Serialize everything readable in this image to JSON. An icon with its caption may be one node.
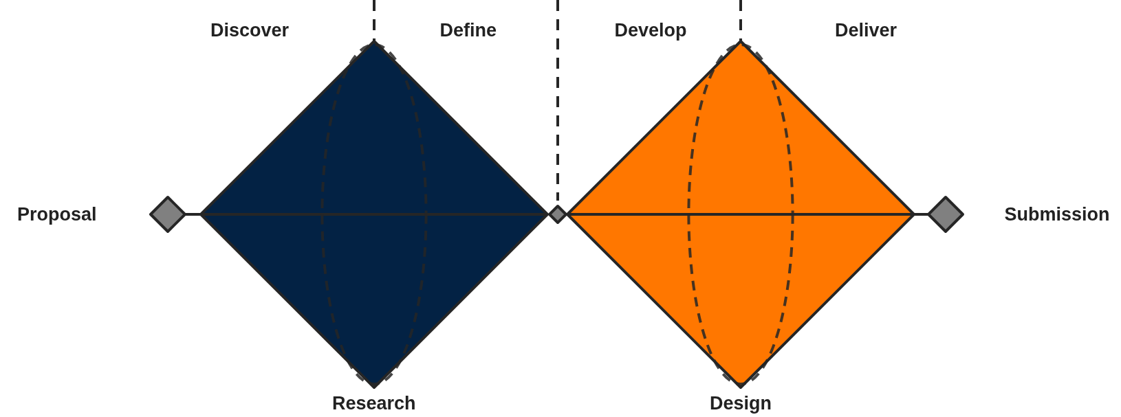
{
  "diagram": {
    "nodes": [
      {
        "text": [],
        "shape": "diamond",
        "beside": [
          "Proposal"
        ]
      },
      {
        "text": [
          "Research"
        ]
      },
      {
        "text": [],
        "shape": "diamond"
      },
      {
        "text": [
          "Design"
        ]
      },
      {
        "text": [],
        "shape": "diamond",
        "beside": [
          "Submission"
        ]
      }
    ],
    "edges": [
      {
        "from": 0,
        "to": 1,
        "arrow": "none"
      },
      {
        "from": 3,
        "to": 4,
        "arrow": "none"
      }
    ],
    "labels": [
      "Discover",
      "Define",
      "Develop",
      "Deliver"
    ]
  }
}
